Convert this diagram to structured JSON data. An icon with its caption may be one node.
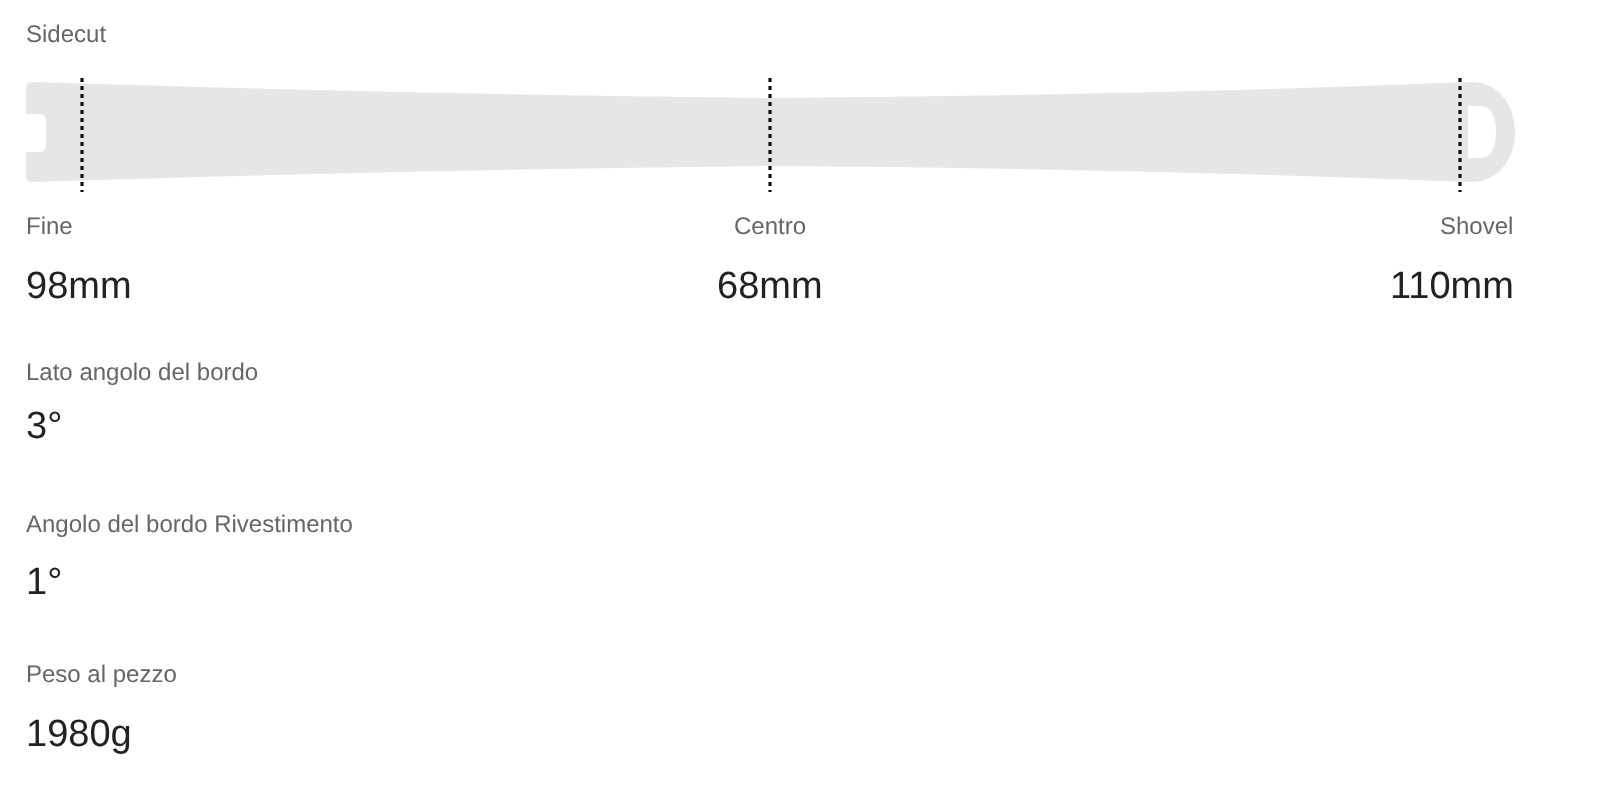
{
  "diagram": {
    "title": "Sidecut",
    "labels": [
      "Fine",
      "Centro",
      "Shovel",
      "98mm",
      "68mm",
      "110mm",
      "Lato angolo del bordo",
      "3°",
      "Angolo del bordo Rivestimento",
      "1°",
      "Peso al pezzo",
      "1980g"
    ]
  }
}
